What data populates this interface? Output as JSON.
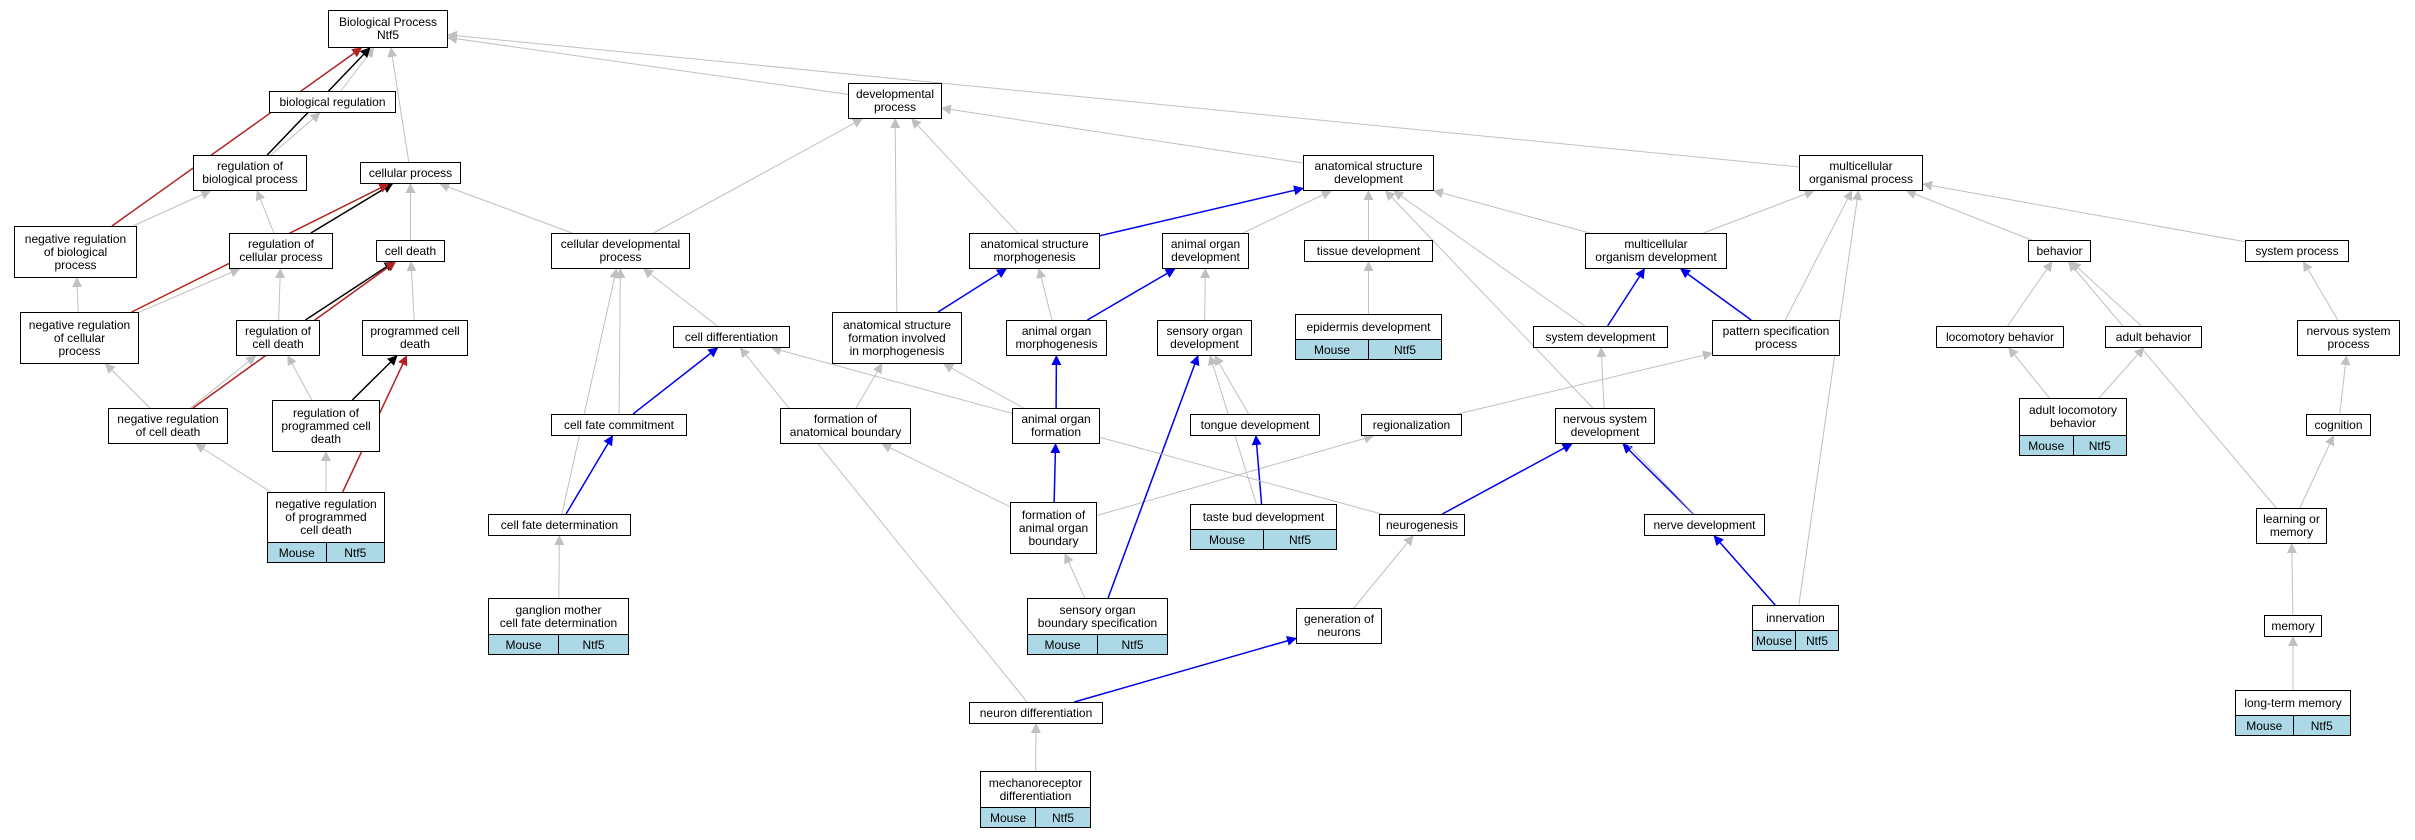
{
  "title": "Biological Process\nNtf5",
  "tags": {
    "species": "Mouse",
    "gene": "Ntf5"
  },
  "colors": {
    "gray": "#c0c0c0",
    "blue": "#0000ee",
    "red": "#b22222",
    "black": "#000000",
    "highlight": "#add8e6"
  },
  "nodes": {
    "root": "Biological Process\nNtf5",
    "bioreg": "biological regulation",
    "regbio": "regulation of\nbiological process",
    "cellproc": "cellular process",
    "negregbio": "negative regulation\nof biological\nprocess",
    "regcell": "regulation of\ncellular process",
    "celldeath": "cell death",
    "negregcell": "negative regulation\nof cellular\nprocess",
    "regcelldeath": "regulation of\ncell death",
    "pcd": "programmed cell\ndeath",
    "negregcelldeath": "negative regulation\nof cell death",
    "regpcd": "regulation of\nprogrammed cell\ndeath",
    "negregpcd": "negative regulation\nof programmed\ncell death",
    "devproc": "developmental\nprocess",
    "celldevproc": "cellular developmental\nprocess",
    "celldiff": "cell differentiation",
    "cellfatecommit": "cell fate commitment",
    "cellfatedet": "cell fate determination",
    "ganglion": "ganglion mother\ncell fate determination",
    "asmorph": "anatomical structure\nmorphogenesis",
    "asformation": "anatomical structure\nformation involved\nin morphogenesis",
    "formanatbound": "formation of\nanatomical boundary",
    "formaob": "formation of\nanimal organ\nboundary",
    "aomorph": "animal organ\nmorphogenesis",
    "aoformation": "animal organ\nformation",
    "aodev": "animal organ\ndevelopment",
    "sodev": "sensory organ\ndevelopment",
    "sobound": "sensory organ\nboundary specification",
    "neurondiff": "neuron differentiation",
    "mechano": "mechanoreceptor\ndifferentiation",
    "asdev": "anatomical structure\ndevelopment",
    "tissuedev": "tissue development",
    "epidermis": "epidermis development",
    "tonguedev": "tongue development",
    "tastebud": "taste bud development",
    "regionalization": "regionalization",
    "multiorgdev": "multicellular\norganism development",
    "sysdev": "system development",
    "patternspec": "pattern specification\nprocess",
    "nsdev": "nervous system\ndevelopment",
    "neurogenesis": "neurogenesis",
    "genneurons": "generation of\nneurons",
    "nervedev": "nerve development",
    "innervation": "innervation",
    "multiproc": "multicellular\norganismal process",
    "behavior": "behavior",
    "locomotory": "locomotory behavior",
    "adultbeh": "adult behavior",
    "adultloco": "adult locomotory\nbehavior",
    "sysproc": "system process",
    "nsproc": "nervous system\nprocess",
    "cognition": "cognition",
    "learnmem": "learning or\nmemory",
    "memory": "memory",
    "ltm": "long-term memory"
  },
  "edges": [
    {
      "from": "bioreg",
      "to": "root",
      "color": "gray"
    },
    {
      "from": "regbio",
      "to": "bioreg",
      "color": "gray"
    },
    {
      "from": "regbio",
      "to": "root",
      "color": "black"
    },
    {
      "from": "negregbio",
      "to": "root",
      "color": "red"
    },
    {
      "from": "cellproc",
      "to": "root",
      "color": "gray"
    },
    {
      "from": "devproc",
      "to": "root",
      "color": "gray"
    },
    {
      "from": "multiproc",
      "to": "root",
      "color": "gray"
    },
    {
      "from": "negregbio",
      "to": "regbio",
      "color": "gray"
    },
    {
      "from": "regcell",
      "to": "regbio",
      "color": "gray"
    },
    {
      "from": "regcell",
      "to": "cellproc",
      "color": "black"
    },
    {
      "from": "negregcell",
      "to": "negregbio",
      "color": "gray"
    },
    {
      "from": "negregcell",
      "to": "regcell",
      "color": "gray"
    },
    {
      "from": "negregcell",
      "to": "cellproc",
      "color": "red"
    },
    {
      "from": "celldeath",
      "to": "cellproc",
      "color": "gray"
    },
    {
      "from": "celldevproc",
      "to": "cellproc",
      "color": "gray"
    },
    {
      "from": "celldevproc",
      "to": "devproc",
      "color": "gray"
    },
    {
      "from": "regcelldeath",
      "to": "regcell",
      "color": "gray"
    },
    {
      "from": "regcelldeath",
      "to": "celldeath",
      "color": "black"
    },
    {
      "from": "pcd",
      "to": "celldeath",
      "color": "gray"
    },
    {
      "from": "negregcelldeath",
      "to": "negregcell",
      "color": "gray"
    },
    {
      "from": "negregcelldeath",
      "to": "regcelldeath",
      "color": "gray"
    },
    {
      "from": "negregcelldeath",
      "to": "celldeath",
      "color": "red"
    },
    {
      "from": "regpcd",
      "to": "regcelldeath",
      "color": "gray"
    },
    {
      "from": "regpcd",
      "to": "pcd",
      "color": "black"
    },
    {
      "from": "negregpcd",
      "to": "negregcelldeath",
      "color": "gray"
    },
    {
      "from": "negregpcd",
      "to": "regpcd",
      "color": "gray"
    },
    {
      "from": "negregpcd",
      "to": "pcd",
      "color": "red"
    },
    {
      "from": "celldiff",
      "to": "celldevproc",
      "color": "gray"
    },
    {
      "from": "cellfatecommit",
      "to": "celldevproc",
      "color": "gray"
    },
    {
      "from": "cellfatecommit",
      "to": "celldiff",
      "color": "blue"
    },
    {
      "from": "cellfatedet",
      "to": "celldevproc",
      "color": "gray"
    },
    {
      "from": "cellfatedet",
      "to": "cellfatecommit",
      "color": "blue"
    },
    {
      "from": "ganglion",
      "to": "cellfatedet",
      "color": "gray"
    },
    {
      "from": "asmorph",
      "to": "devproc",
      "color": "gray"
    },
    {
      "from": "asmorph",
      "to": "asdev",
      "color": "blue"
    },
    {
      "from": "asformation",
      "to": "devproc",
      "color": "gray"
    },
    {
      "from": "asformation",
      "to": "asmorph",
      "color": "blue"
    },
    {
      "from": "formanatbound",
      "to": "asformation",
      "color": "gray"
    },
    {
      "from": "formaob",
      "to": "formanatbound",
      "color": "gray"
    },
    {
      "from": "formaob",
      "to": "aoformation",
      "color": "blue"
    },
    {
      "from": "formaob",
      "to": "regionalization",
      "color": "gray"
    },
    {
      "from": "aomorph",
      "to": "asmorph",
      "color": "gray"
    },
    {
      "from": "aomorph",
      "to": "aodev",
      "color": "blue"
    },
    {
      "from": "aoformation",
      "to": "asformation",
      "color": "gray"
    },
    {
      "from": "aoformation",
      "to": "aomorph",
      "color": "blue"
    },
    {
      "from": "aodev",
      "to": "asdev",
      "color": "gray"
    },
    {
      "from": "sodev",
      "to": "aodev",
      "color": "gray"
    },
    {
      "from": "sobound",
      "to": "formaob",
      "color": "gray"
    },
    {
      "from": "sobound",
      "to": "sodev",
      "color": "blue"
    },
    {
      "from": "tonguedev",
      "to": "sodev",
      "color": "gray"
    },
    {
      "from": "tastebud",
      "to": "tonguedev",
      "color": "blue"
    },
    {
      "from": "tastebud",
      "to": "sodev",
      "color": "gray"
    },
    {
      "from": "tissuedev",
      "to": "asdev",
      "color": "gray"
    },
    {
      "from": "epidermis",
      "to": "tissuedev",
      "color": "gray"
    },
    {
      "from": "asdev",
      "to": "devproc",
      "color": "gray"
    },
    {
      "from": "multiorgdev",
      "to": "asdev",
      "color": "gray"
    },
    {
      "from": "multiorgdev",
      "to": "multiproc",
      "color": "gray"
    },
    {
      "from": "sysdev",
      "to": "asdev",
      "color": "gray"
    },
    {
      "from": "sysdev",
      "to": "multiorgdev",
      "color": "blue"
    },
    {
      "from": "patternspec",
      "to": "multiorgdev",
      "color": "blue"
    },
    {
      "from": "patternspec",
      "to": "multiproc",
      "color": "gray"
    },
    {
      "from": "regionalization",
      "to": "patternspec",
      "color": "gray"
    },
    {
      "from": "nsdev",
      "to": "sysdev",
      "color": "gray"
    },
    {
      "from": "neurogenesis",
      "to": "nsdev",
      "color": "blue"
    },
    {
      "from": "neurogenesis",
      "to": "celldiff",
      "color": "gray"
    },
    {
      "from": "genneurons",
      "to": "neurogenesis",
      "color": "gray"
    },
    {
      "from": "neurondiff",
      "to": "genneurons",
      "color": "blue"
    },
    {
      "from": "neurondiff",
      "to": "celldiff",
      "color": "gray"
    },
    {
      "from": "mechano",
      "to": "neurondiff",
      "color": "gray"
    },
    {
      "from": "nervedev",
      "to": "nsdev",
      "color": "blue"
    },
    {
      "from": "nervedev",
      "to": "asdev",
      "color": "gray"
    },
    {
      "from": "innervation",
      "to": "nervedev",
      "color": "blue"
    },
    {
      "from": "innervation",
      "to": "multiproc",
      "color": "gray"
    },
    {
      "from": "behavior",
      "to": "multiproc",
      "color": "gray"
    },
    {
      "from": "sysproc",
      "to": "multiproc",
      "color": "gray"
    },
    {
      "from": "locomotory",
      "to": "behavior",
      "color": "gray"
    },
    {
      "from": "adultbeh",
      "to": "behavior",
      "color": "gray"
    },
    {
      "from": "adultloco",
      "to": "locomotory",
      "color": "gray"
    },
    {
      "from": "adultloco",
      "to": "adultbeh",
      "color": "gray"
    },
    {
      "from": "nsproc",
      "to": "sysproc",
      "color": "gray"
    },
    {
      "from": "cognition",
      "to": "nsproc",
      "color": "gray"
    },
    {
      "from": "learnmem",
      "to": "cognition",
      "color": "gray"
    },
    {
      "from": "learnmem",
      "to": "behavior",
      "color": "gray"
    },
    {
      "from": "memory",
      "to": "learnmem",
      "color": "gray"
    },
    {
      "from": "ltm",
      "to": "memory",
      "color": "gray"
    }
  ]
}
